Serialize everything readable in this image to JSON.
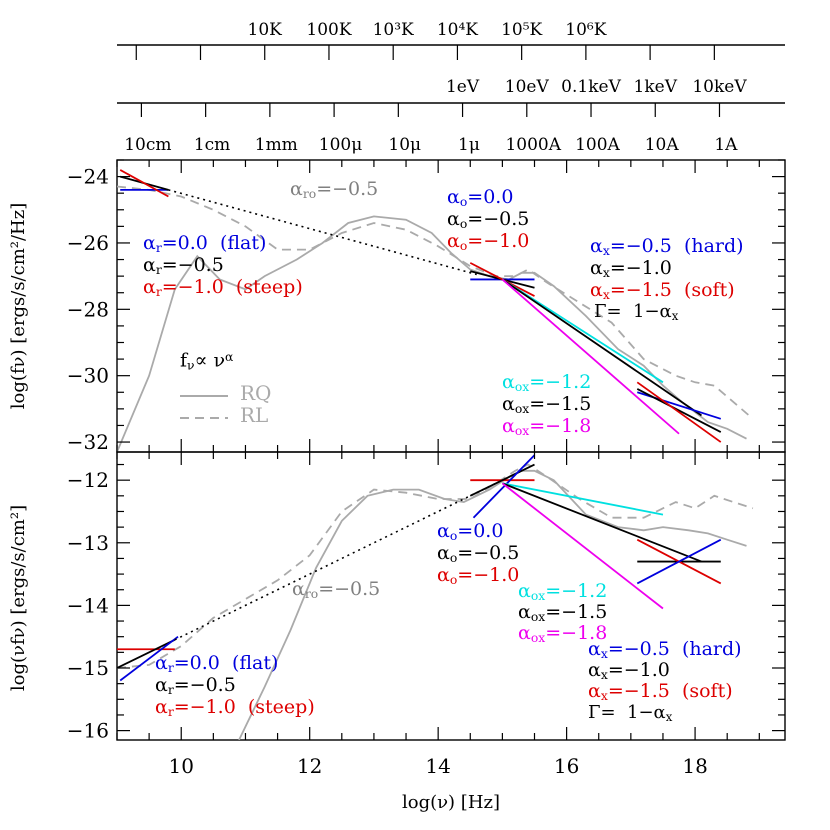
{
  "colors": {
    "blue": "#0000dd",
    "black": "#000000",
    "red": "#dd0000",
    "cyan": "#00e0e0",
    "magenta": "#ee00ee",
    "gray": "#aaaaaa",
    "darkgray": "#808080"
  },
  "top_axes": {
    "temperature": [
      "10K",
      "100K",
      "10³K",
      "10⁴K",
      "10⁵K",
      "10⁶K"
    ],
    "energy": [
      "1eV",
      "10eV",
      "0.1keV",
      "1keV",
      "10keV"
    ],
    "wavelength": [
      "10cm",
      "1cm",
      "1mm",
      "100μ",
      "10μ",
      "1μ",
      "1000A",
      "100A",
      "10A",
      "1A"
    ]
  },
  "chart_data": [
    {
      "type": "line",
      "panel": "top",
      "ylabel": "log(fν) [ergs/s/cm²/Hz]",
      "xlim": [
        9.0,
        19.4
      ],
      "ylim": [
        -32.3,
        -23.5
      ],
      "y_ticks": [
        "−24",
        "−26",
        "−28",
        "−30",
        "−32"
      ],
      "y_tick_values": [
        -24,
        -26,
        -28,
        -30,
        -32
      ],
      "series": [
        {
          "name": "RQ",
          "style": "solid",
          "color": "gray",
          "x": [
            9.0,
            9.5,
            9.9,
            10.25,
            10.3,
            10.6,
            11.0,
            11.3,
            11.8,
            12.2,
            12.6,
            13.0,
            13.5,
            13.9,
            14.2,
            14.5,
            14.8,
            15.1,
            15.3,
            15.5,
            15.8,
            16.3,
            16.8,
            17.2,
            17.5,
            17.8,
            18.2,
            18.5,
            18.8
          ],
          "y": [
            -32.3,
            -30.0,
            -27.4,
            -26.4,
            -26.5,
            -27.1,
            -27.4,
            -27.0,
            -26.5,
            -26.0,
            -25.4,
            -25.2,
            -25.3,
            -25.7,
            -26.3,
            -26.8,
            -27.0,
            -27.1,
            -26.9,
            -26.9,
            -27.3,
            -28.2,
            -29.2,
            -29.7,
            -30.3,
            -30.8,
            -31.4,
            -31.6,
            -31.9
          ]
        },
        {
          "name": "RL",
          "style": "dashed",
          "color": "gray",
          "x": [
            9.0,
            9.5,
            10.0,
            10.5,
            11.0,
            11.5,
            12.0,
            12.5,
            13.0,
            13.5,
            14.0,
            14.5,
            14.9,
            15.2,
            15.4,
            15.7,
            16.2,
            16.7,
            17.2,
            17.7,
            18.0,
            18.3,
            18.6,
            18.9
          ],
          "y": [
            -24.3,
            -24.4,
            -24.6,
            -25.0,
            -25.5,
            -26.2,
            -26.2,
            -25.7,
            -25.4,
            -25.6,
            -26.1,
            -26.7,
            -27.0,
            -27.0,
            -26.8,
            -27.2,
            -27.8,
            -28.4,
            -29.5,
            -30.0,
            -30.2,
            -30.3,
            -30.8,
            -31.3
          ]
        }
      ],
      "segments": [
        {
          "color": "blue",
          "x": [
            9.05,
            9.8
          ],
          "y": [
            -24.4,
            -24.4
          ]
        },
        {
          "color": "black",
          "x": [
            9.05,
            9.8
          ],
          "y": [
            -24.0,
            -24.4
          ]
        },
        {
          "color": "red",
          "x": [
            9.05,
            9.8
          ],
          "y": [
            -23.8,
            -24.6
          ]
        },
        {
          "color": "black",
          "style": "dotted",
          "x": [
            9.8,
            14.6
          ],
          "y": [
            -24.4,
            -26.95
          ]
        },
        {
          "color": "blue",
          "x": [
            14.5,
            15.5
          ],
          "y": [
            -27.1,
            -27.1
          ]
        },
        {
          "color": "black",
          "x": [
            14.5,
            15.5
          ],
          "y": [
            -26.85,
            -27.35
          ]
        },
        {
          "color": "red",
          "x": [
            14.5,
            15.5
          ],
          "y": [
            -26.6,
            -27.6
          ]
        },
        {
          "color": "cyan",
          "x": [
            15.0,
            17.5
          ],
          "y": [
            -27.1,
            -30.2
          ]
        },
        {
          "color": "black",
          "x": [
            15.0,
            18.1
          ],
          "y": [
            -27.1,
            -31.2
          ]
        },
        {
          "color": "magenta",
          "x": [
            15.0,
            17.75
          ],
          "y": [
            -27.1,
            -31.75
          ]
        },
        {
          "color": "blue",
          "x": [
            17.1,
            18.4
          ],
          "y": [
            -30.5,
            -31.3
          ]
        },
        {
          "color": "black",
          "x": [
            17.1,
            18.4
          ],
          "y": [
            -30.4,
            -31.7
          ]
        },
        {
          "color": "red",
          "x": [
            17.1,
            18.4
          ],
          "y": [
            -30.2,
            -32.0
          ]
        }
      ]
    },
    {
      "type": "line",
      "panel": "bottom",
      "xlabel": "log(ν) [Hz]",
      "ylabel": "log(νfν) [ergs/s/cm²]",
      "xlim": [
        9.0,
        19.4
      ],
      "ylim": [
        -16.15,
        -11.55
      ],
      "x_ticks": [
        "10",
        "12",
        "14",
        "16",
        "18"
      ],
      "x_tick_values": [
        10,
        12,
        14,
        16,
        18
      ],
      "y_ticks": [
        "−12",
        "−13",
        "−14",
        "−15",
        "−16"
      ],
      "y_tick_values": [
        -12,
        -13,
        -14,
        -15,
        -16
      ],
      "series": [
        {
          "name": "RQ",
          "style": "solid",
          "color": "gray",
          "x": [
            10.9,
            11.3,
            11.7,
            12.1,
            12.5,
            12.9,
            13.3,
            13.7,
            14.1,
            14.4,
            14.8,
            15.1,
            15.3,
            15.5,
            15.8,
            16.3,
            16.8,
            17.2,
            17.5,
            17.9,
            18.2,
            18.5,
            18.8
          ],
          "y": [
            -16.15,
            -15.3,
            -14.4,
            -13.4,
            -12.65,
            -12.25,
            -12.15,
            -12.15,
            -12.3,
            -12.35,
            -12.15,
            -11.95,
            -11.85,
            -11.85,
            -12.0,
            -12.55,
            -12.75,
            -12.8,
            -12.75,
            -12.8,
            -12.85,
            -12.95,
            -13.05
          ]
        },
        {
          "name": "RL",
          "style": "dashed",
          "color": "gray",
          "x": [
            9.0,
            9.5,
            10.0,
            10.5,
            11.0,
            11.5,
            12.0,
            12.5,
            13.0,
            13.5,
            14.0,
            14.5,
            14.9,
            15.2,
            15.4,
            15.7,
            16.2,
            16.7,
            17.2,
            17.7,
            18.0,
            18.3,
            18.6,
            18.9
          ],
          "y": [
            -15.0,
            -14.95,
            -14.65,
            -14.2,
            -13.9,
            -13.6,
            -13.2,
            -12.5,
            -12.15,
            -12.2,
            -12.3,
            -12.3,
            -12.05,
            -11.85,
            -11.75,
            -11.95,
            -12.3,
            -12.6,
            -12.6,
            -12.35,
            -12.45,
            -12.25,
            -12.35,
            -12.45
          ]
        }
      ],
      "segments": [
        {
          "color": "red",
          "x": [
            9.0,
            9.9
          ],
          "y": [
            -14.7,
            -14.7
          ]
        },
        {
          "color": "black",
          "x": [
            9.0,
            9.9
          ],
          "y": [
            -15.0,
            -14.55
          ]
        },
        {
          "color": "blue",
          "x": [
            9.05,
            9.95
          ],
          "y": [
            -15.2,
            -14.5
          ]
        },
        {
          "color": "black",
          "style": "dotted",
          "x": [
            9.9,
            14.9
          ],
          "y": [
            -14.55,
            -12.05
          ]
        },
        {
          "color": "red",
          "x": [
            14.5,
            15.5
          ],
          "y": [
            -12.0,
            -12.0
          ]
        },
        {
          "color": "black",
          "x": [
            14.5,
            15.5
          ],
          "y": [
            -12.25,
            -11.75
          ]
        },
        {
          "color": "blue",
          "x": [
            14.55,
            15.5
          ],
          "y": [
            -12.6,
            -11.6
          ]
        },
        {
          "color": "cyan",
          "x": [
            15.0,
            17.5
          ],
          "y": [
            -12.05,
            -12.55
          ]
        },
        {
          "color": "black",
          "x": [
            15.0,
            18.1
          ],
          "y": [
            -12.05,
            -13.3
          ]
        },
        {
          "color": "magenta",
          "x": [
            15.0,
            17.5
          ],
          "y": [
            -12.05,
            -14.05
          ]
        },
        {
          "color": "black",
          "x": [
            17.1,
            18.4
          ],
          "y": [
            -13.3,
            -13.3
          ]
        },
        {
          "color": "red",
          "x": [
            17.1,
            18.4
          ],
          "y": [
            -12.95,
            -13.65
          ]
        },
        {
          "color": "blue",
          "x": [
            17.1,
            18.4
          ],
          "y": [
            -13.65,
            -12.95
          ]
        }
      ]
    }
  ],
  "annotations": {
    "top_alpha_ro": "α<sub>ro</sub>=−0.5",
    "top_alpha_r_flat": "α<sub>r</sub>=0.0  (flat)",
    "top_alpha_r_mid": "α<sub>r</sub>=−0.5",
    "top_alpha_r_steep": "α<sub>r</sub>=−1.0  (steep)",
    "top_alpha_o_0": "α<sub>o</sub>=0.0",
    "top_alpha_o_05": "α<sub>o</sub>=−0.5",
    "top_alpha_o_10": "α<sub>o</sub>=−1.0",
    "top_alpha_x_hard": "α<sub>x</sub>=−0.5  (hard)",
    "top_alpha_x_mid": "α<sub>x</sub>=−1.0",
    "top_alpha_x_soft": "α<sub>x</sub>=−1.5  (soft)",
    "top_gamma": "Γ=  1−α<sub>x</sub>",
    "top_alpha_ox_12": "α<sub>ox</sub>=−1.2",
    "top_alpha_ox_15": "α<sub>ox</sub>=−1.5",
    "top_alpha_ox_18": "α<sub>ox</sub>=−1.8",
    "legend_formula": "f<sub>ν</sub>∝ ν<sup>α</sup>",
    "legend_rq": "RQ",
    "legend_rl": "RL",
    "bot_alpha_ro": "α<sub>ro</sub>=−0.5",
    "bot_alpha_o_0": "α<sub>o</sub>=0.0",
    "bot_alpha_o_05": "α<sub>o</sub>=−0.5",
    "bot_alpha_o_10": "α<sub>o</sub>=−1.0",
    "bot_alpha_ox_12": "α<sub>ox</sub>=−1.2",
    "bot_alpha_ox_15": "α<sub>ox</sub>=−1.5",
    "bot_alpha_ox_18": "α<sub>ox</sub>=−1.8",
    "bot_alpha_x_hard": "α<sub>x</sub>=−0.5  (hard)",
    "bot_alpha_x_mid": "α<sub>x</sub>=−1.0",
    "bot_alpha_x_soft": "α<sub>x</sub>=−1.5  (soft)",
    "bot_gamma": "Γ=  1−α<sub>x</sub>",
    "bot_alpha_r_flat": "α<sub>r</sub>=0.0  (flat)",
    "bot_alpha_r_mid": "α<sub>r</sub>=−0.5",
    "bot_alpha_r_steep": "α<sub>r</sub>=−1.0  (steep)"
  }
}
